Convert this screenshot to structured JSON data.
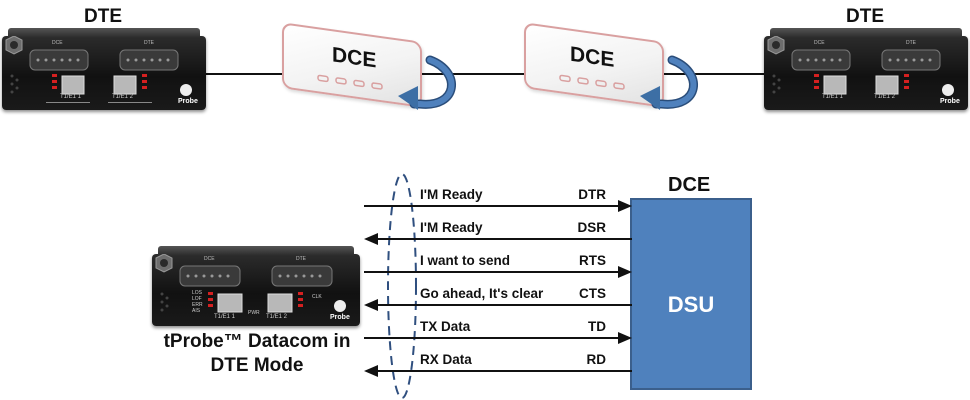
{
  "top": {
    "dte_left_label": "DTE",
    "dte_right_label": "DTE",
    "dce_left_label": "DCE",
    "dce_right_label": "DCE"
  },
  "device": {
    "port_labels": [
      "DCE",
      "DTE"
    ],
    "t1_left": "T1/E1 1",
    "t1_right": "T1/E1 2",
    "leds": [
      "LOS",
      "LOF",
      "ERR",
      "AIS"
    ],
    "clk": "CLK",
    "pwr": "PWR",
    "brand": "Probe"
  },
  "bottom": {
    "dce_label": "DCE",
    "dsu_label": "DSU",
    "caption_line1": "tProbe™ Datacom in",
    "caption_line2": "DTE Mode"
  },
  "signals": [
    {
      "message": "I'M Ready",
      "name": "DTR",
      "direction": "right"
    },
    {
      "message": "I'M Ready",
      "name": "DSR",
      "direction": "left"
    },
    {
      "message": "I want to send",
      "name": "RTS",
      "direction": "right"
    },
    {
      "message": "Go ahead, It's clear",
      "name": "CTS",
      "direction": "left"
    },
    {
      "message": "TX Data",
      "name": "TD",
      "direction": "right"
    },
    {
      "message": "RX Data",
      "name": "RD",
      "direction": "left"
    }
  ],
  "colors": {
    "dsu_fill": "#4f81bd",
    "loop_arrow": "#3d6fa5",
    "ellipse": "#2f4f7f",
    "led_red": "#d42020"
  }
}
